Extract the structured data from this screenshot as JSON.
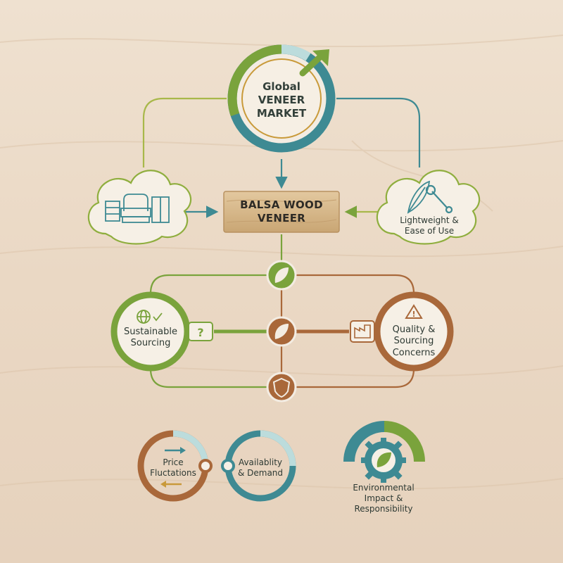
{
  "central": {
    "line1": "Global",
    "line2": "VENEER",
    "line3": "MARKET"
  },
  "product": {
    "line1": "BALSA WOOD",
    "line2": "VENEER"
  },
  "lightweight": {
    "line1": "Lightweight &",
    "line2": "Ease of Use"
  },
  "sustainable": {
    "line1": "Sustainable",
    "line2": "Sourcing"
  },
  "quality": {
    "line1": "Quality &",
    "line2": "Sourcing",
    "line3": "Concerns"
  },
  "price": {
    "line1": "Price",
    "line2": "Fluctations"
  },
  "availability": {
    "line1": "Availablity",
    "line2": "& Demand"
  },
  "environmental": {
    "line1": "Environmental",
    "line2": "Impact &",
    "line3": "Responsibility"
  },
  "colors": {
    "green": "#7aa33c",
    "teal": "#3e8a93",
    "light_teal": "#bcdcdc",
    "brown": "#a9683a",
    "gold": "#c99a3a",
    "wood": "#d6b98f"
  },
  "icons": [
    "furniture-icon",
    "feather-icon",
    "wrench-icon",
    "leaf-icon",
    "globe-icon",
    "shield-icon",
    "warning-icon",
    "factory-icon",
    "gear-icon"
  ]
}
